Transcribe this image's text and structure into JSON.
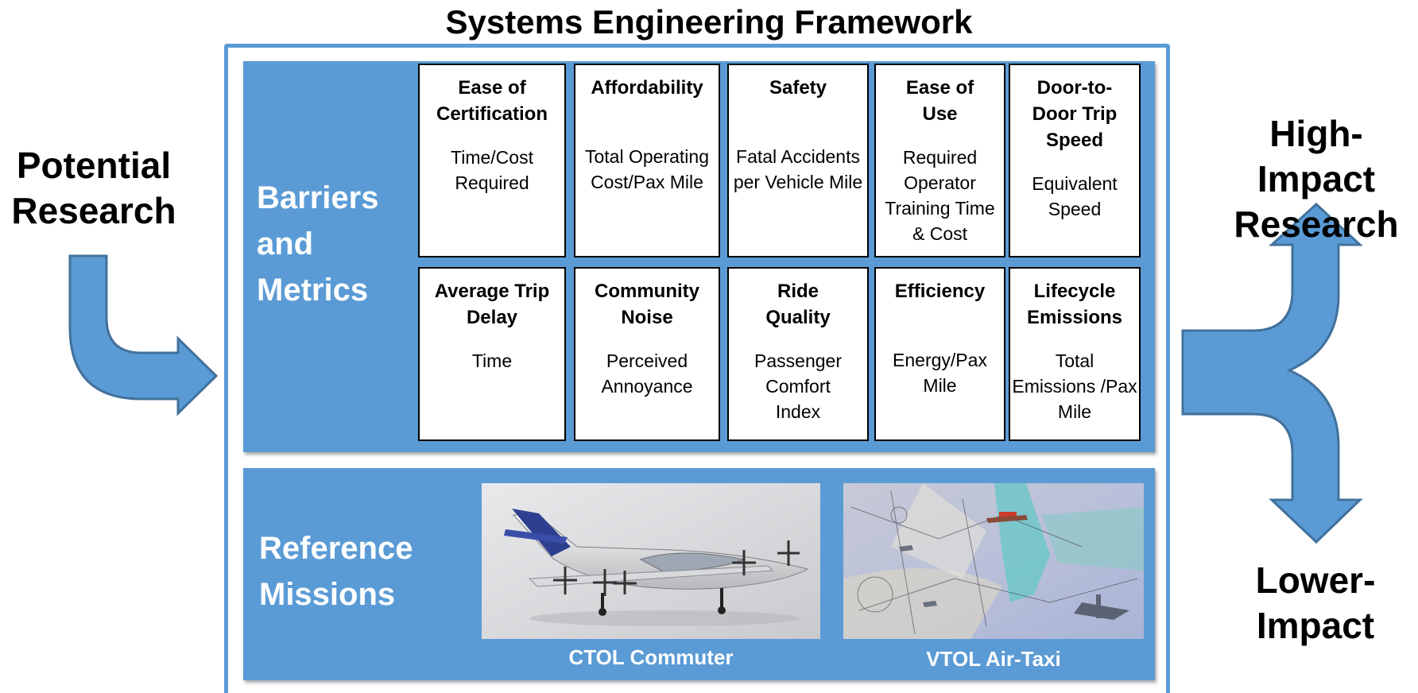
{
  "title": "Systems Engineering Framework",
  "colors": {
    "panel": "#5b9bd5",
    "arrow_fill": "#5b9bd5",
    "arrow_stroke": "#41719c",
    "panel_text": "#ffffff"
  },
  "left_label": "Potential\nResearch",
  "right_top_label": "High-Impact\nResearch",
  "right_bottom_label": "Lower-\nImpact",
  "barriers_label": "Barriers\nand\nMetrics",
  "reference_label": "Reference\nMissions",
  "metrics": [
    {
      "title": "Ease of\nCertification",
      "metric": "Time/Cost\nRequired"
    },
    {
      "title": "Affordability",
      "metric": "Total Operating\nCost/Pax Mile"
    },
    {
      "title": "Safety",
      "metric": "Fatal Accidents\nper Vehicle Mile"
    },
    {
      "title": "Ease of\nUse",
      "metric": "Required\nOperator\nTraining Time\n& Cost"
    },
    {
      "title": "Door-to-\nDoor Trip\nSpeed",
      "metric": "Equivalent\nSpeed"
    },
    {
      "title": "Average Trip\nDelay",
      "metric": "Time"
    },
    {
      "title": "Community\nNoise",
      "metric": "Perceived\nAnnoyance"
    },
    {
      "title": "Ride\nQuality",
      "metric": "Passenger\nComfort\nIndex"
    },
    {
      "title": "Efficiency",
      "metric": "Energy/Pax\nMile"
    },
    {
      "title": "Lifecycle\nEmissions",
      "metric": "Total\nEmissions /Pax\nMile"
    }
  ],
  "missions": [
    {
      "caption": "CTOL Commuter"
    },
    {
      "caption": "VTOL Air-Taxi"
    }
  ]
}
